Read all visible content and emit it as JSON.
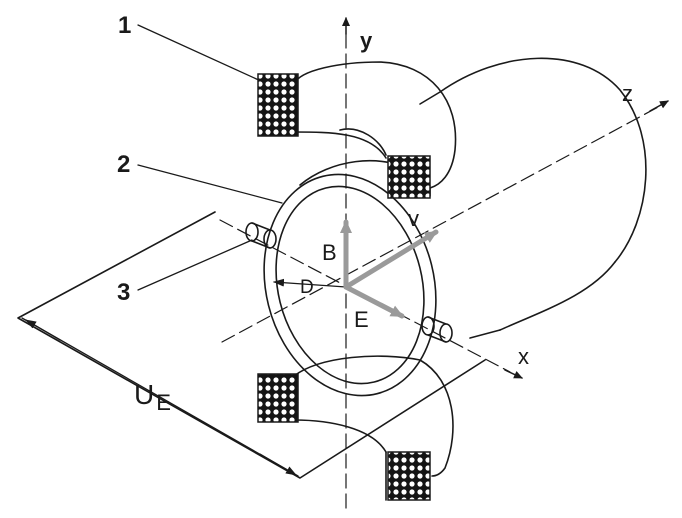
{
  "labels": {
    "part_1": "1",
    "part_2": "2",
    "part_3": "3",
    "axis_y": "y",
    "axis_z": "z",
    "axis_x": "x",
    "vector_b": "B",
    "vector_v": "v",
    "vector_e": "E",
    "diameter": "D",
    "voltage_main": "U",
    "voltage_sub": "E"
  },
  "colors": {
    "line": "#1a1a1a",
    "vector_arrow": "#9a9a9a",
    "coil_fill": "#141414",
    "background": "#ffffff"
  }
}
